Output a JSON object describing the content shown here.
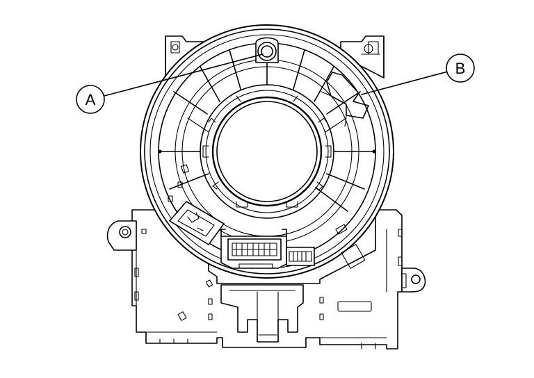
{
  "callouts": [
    {
      "id": "A",
      "label": "A"
    },
    {
      "id": "B",
      "label": "B"
    }
  ]
}
